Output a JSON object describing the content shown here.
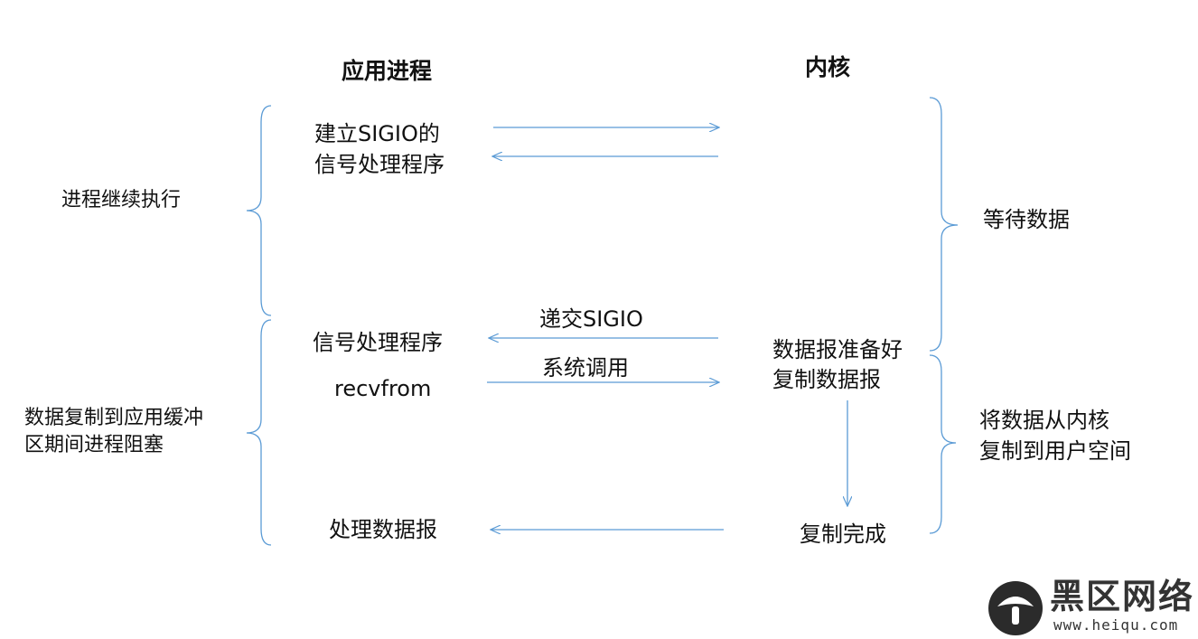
{
  "headers": {
    "app_process": "应用进程",
    "kernel": "内核"
  },
  "left_labels": {
    "continue_exec": "进程继续执行",
    "blocked_line1": "数据复制到应用缓冲",
    "blocked_line2": "区期间进程阻塞"
  },
  "app_side": {
    "setup_line1": "建立SIGIO的",
    "setup_line2": "信号处理程序",
    "signal_handler": "信号处理程序",
    "recvfrom": "recvfrom",
    "process_datagram": "处理数据报"
  },
  "arrow_labels": {
    "deliver_sigio": "递交SIGIO",
    "syscall": "系统调用"
  },
  "kernel_side": {
    "ready_line1": "数据报准备好",
    "ready_line2": "复制数据报",
    "copy_done": "复制完成"
  },
  "right_labels": {
    "wait_data": "等待数据",
    "copy_line1": "将数据从内核",
    "copy_line2": "复制到用户空间"
  },
  "watermark": {
    "brand": "黑区网络",
    "url": "www.heiqu.com"
  },
  "colors": {
    "line": "#5b9bd5",
    "text": "#111111",
    "watermark": "#333333"
  }
}
